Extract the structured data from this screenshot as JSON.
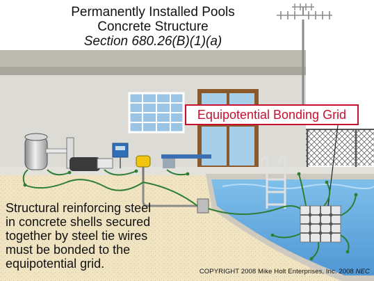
{
  "title": {
    "line1": "Permanently Installed Pools",
    "line2": "Concrete Structure",
    "section": "Section 680.26(B)(1)(a)"
  },
  "callout": {
    "text": "Equipotential Bonding Grid",
    "border_color": "#c8102e"
  },
  "note": {
    "line1": "Structural reinforcing steel",
    "line2": "in concrete shells secured",
    "line3": "together by steel tie wires",
    "line4": "must be bonded to the",
    "line5": "equipotential grid."
  },
  "copyright": {
    "text": "COPYRIGHT 2008  Mike Holt Enterprises, Inc. 2008 ",
    "nec": "NEC"
  },
  "colors": {
    "sky": "#ffffff",
    "wall": "#d9d8d3",
    "roof": "#b9b6ae",
    "ground": "#f0e4c2",
    "pool_water": "#6aaee3",
    "pool_deck": "#e3e1dc",
    "bonding_wire": "#2e7d32"
  },
  "icons": [
    "antenna-icon",
    "pool-filter-icon",
    "pump-motor-icon",
    "control-panel-icon",
    "light-junction-box-icon",
    "diving-board-icon",
    "pool-ladder-icon",
    "rebar-grid-icon",
    "chain-link-fence-icon"
  ]
}
